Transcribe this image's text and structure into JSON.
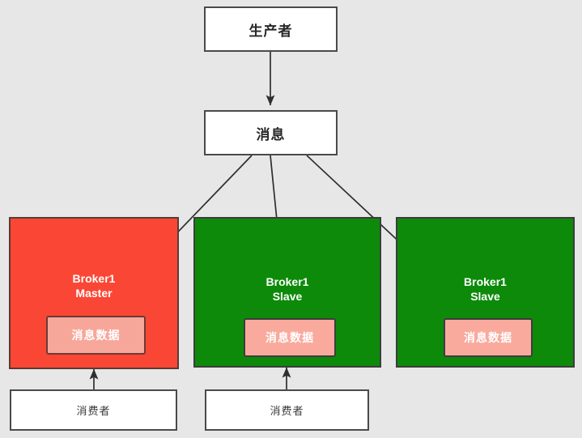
{
  "diagram": {
    "title_nodes": {
      "producer": "生产者",
      "message": "消息"
    },
    "brokers": [
      {
        "name": "broker-master",
        "title": "Broker1\nMaster",
        "role": "Master",
        "color": "#fa4735",
        "border_color": "#5a3a36",
        "data_label": "消息数据",
        "data_color": "#f7a79a"
      },
      {
        "name": "broker-slave-1",
        "title": "Broker1\nSlave",
        "role": "Slave",
        "color": "#0d8a0a",
        "border_color": "#3d3d3d",
        "data_label": "消息数据",
        "data_color": "#f9aa9d"
      },
      {
        "name": "broker-slave-2",
        "title": "Broker1\nSlave",
        "role": "Slave",
        "color": "#0d8a0a",
        "border_color": "#3d3d3d",
        "data_label": "消息数据",
        "data_color": "#f9aa9d"
      }
    ],
    "consumers": [
      {
        "label": "消费者"
      },
      {
        "label": "消费者"
      }
    ],
    "colors": {
      "background": "#e7e7e7",
      "edge": "#3a3a3a",
      "node_border": "#4a4a4a",
      "node_fill": "#ffffff"
    }
  }
}
